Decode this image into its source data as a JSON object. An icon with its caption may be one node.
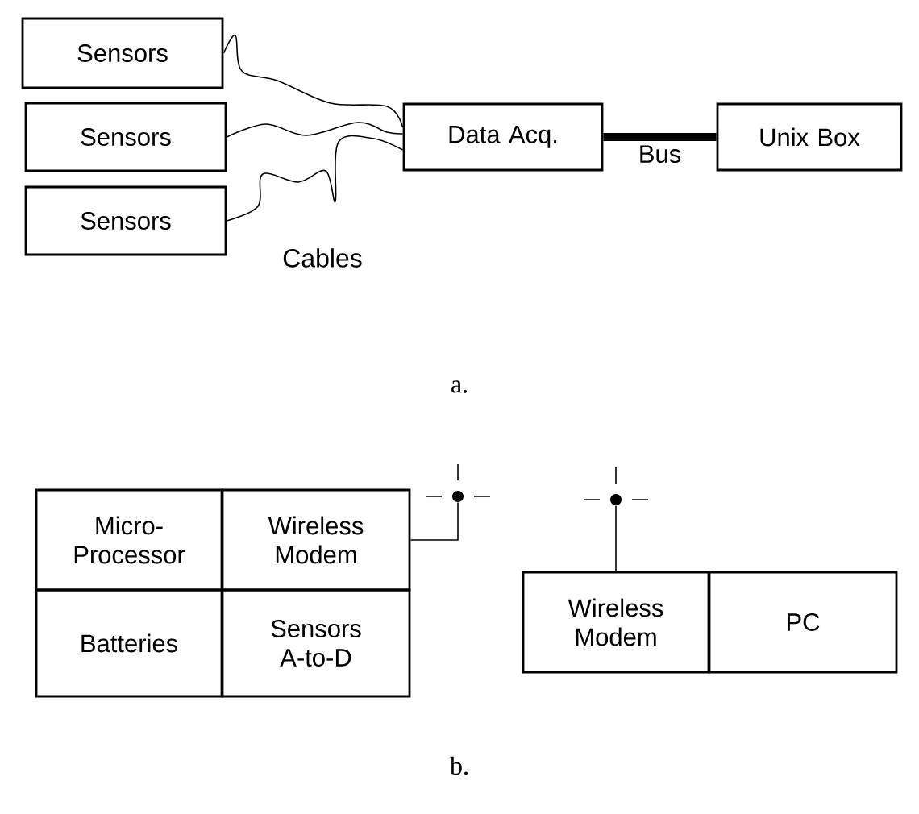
{
  "diagram": {
    "nodes": [
      {
        "text": [
          "Sensors"
        ]
      },
      {
        "text": [
          "Sensors"
        ]
      },
      {
        "text": [
          "Sensors"
        ]
      },
      {
        "text": [
          "Data Acq."
        ]
      },
      {
        "text": [
          "Unix Box"
        ]
      },
      {
        "text": [
          "Micro-Processor"
        ]
      },
      {
        "text": [
          "Wireless Modem"
        ]
      },
      {
        "text": [
          "Batteries"
        ]
      },
      {
        "text": [
          "Sensors A-to-D"
        ]
      },
      {
        "text": [],
        "shape": "antenna"
      },
      {
        "text": [
          "Wireless Modem"
        ]
      },
      {
        "text": [
          "PC"
        ]
      },
      {
        "text": [],
        "shape": "antenna"
      }
    ],
    "edges": [
      {
        "from": 0,
        "to": 3,
        "arrow": "none"
      },
      {
        "from": 1,
        "to": 3,
        "arrow": "none"
      },
      {
        "from": 2,
        "to": 3,
        "arrow": "none"
      },
      {
        "from": 3,
        "to": 4,
        "arrow": "none",
        "label": "Bus",
        "style": "thick"
      },
      {
        "from": 6,
        "to": 9,
        "arrow": "none"
      },
      {
        "from": 12,
        "to": 10,
        "arrow": "none"
      }
    ],
    "labels": [
      "Cables",
      "a.",
      "b."
    ]
  }
}
